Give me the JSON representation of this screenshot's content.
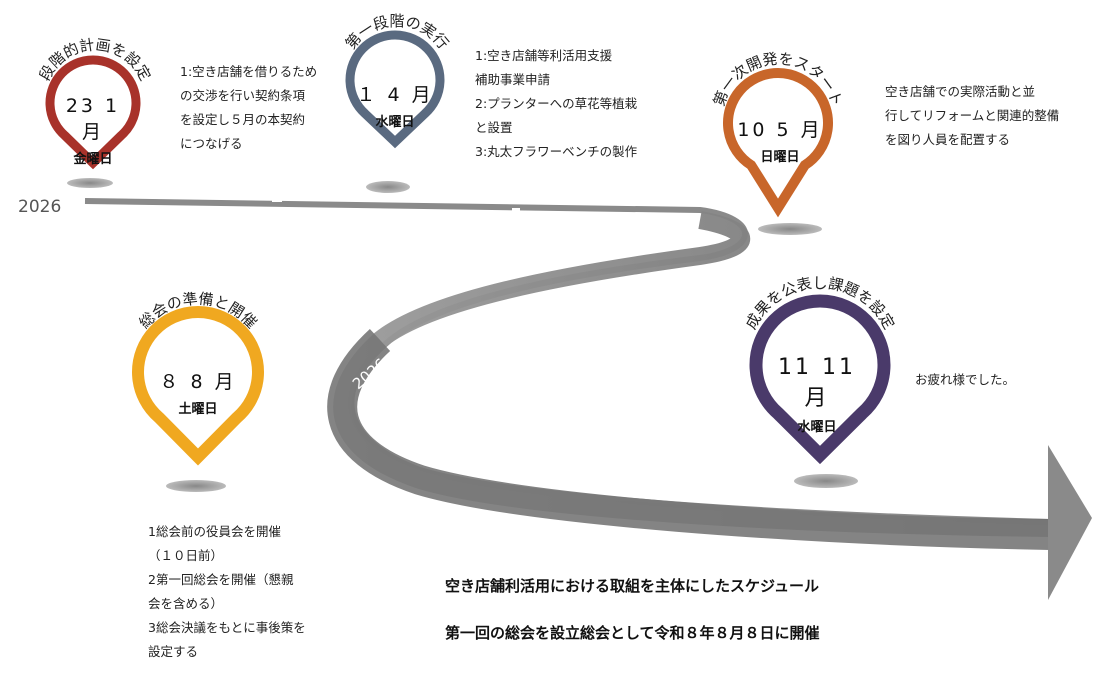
{
  "year_labels": [
    "2026",
    "2026"
  ],
  "milestones": [
    {
      "title": "段階的計画を設定",
      "date": "23 1 月",
      "weekday": "金曜日",
      "color": "#a8322a",
      "note": "1:空き店舗を借りるため\nの交渉を行い契約条項\nを設定し５月の本契約\nにつなげる"
    },
    {
      "title": "第一段階の実行",
      "date": "１ 4 月",
      "weekday": "水曜日",
      "color": "#5a6a80",
      "note": "1:空き店舗等利活用支援\n補助事業申請\n2:プランターへの草花等植栽\nと設置\n3:丸太フラワーベンチの製作"
    },
    {
      "title": "第一次開発をスタート",
      "date": "10 5 月",
      "weekday": "日曜日",
      "color": "#c8662a",
      "note": "空き店舗での実際活動と並\n行してリフォームと関連的整備\nを図り人員を配置する"
    },
    {
      "title": "総会の準備と開催",
      "date": "８ 8 月",
      "weekday": "土曜日",
      "color": "#f0a820",
      "note": "1総会前の役員会を開催\n（１０日前）\n2第一回総会を開催（懇親\n会を含める）\n3総会決議をもとに事後策を\n設定する"
    },
    {
      "title": "成果を公表し課題を設定",
      "date": "11 11 月",
      "weekday": "水曜日",
      "color": "#4a3a6a",
      "note": "お疲れ様でした。"
    }
  ],
  "summary": [
    "空き店舗利活用における取組を主体にしたスケジュール",
    "第一回の総会を設立総会として令和８年８月８日に開催"
  ]
}
